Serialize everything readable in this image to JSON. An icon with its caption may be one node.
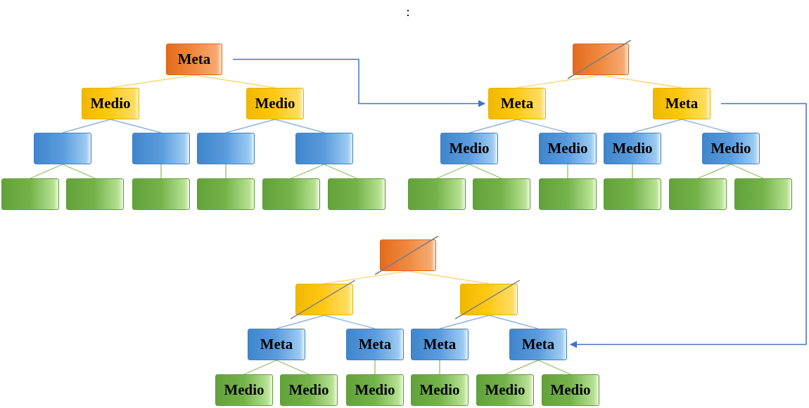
{
  "diagram": {
    "title": ":",
    "nodes": [
      {
        "text": [
          "Meta"
        ]
      },
      {
        "text": [
          "Medio"
        ]
      },
      {
        "text": [
          "Medio"
        ]
      },
      {
        "text": [],
        "shape": "box"
      },
      {
        "text": [],
        "shape": "box"
      },
      {
        "text": [],
        "shape": "box"
      },
      {
        "text": [],
        "shape": "box"
      },
      {
        "text": [],
        "shape": "box"
      },
      {
        "text": [],
        "shape": "box"
      },
      {
        "text": [],
        "shape": "box"
      },
      {
        "text": [],
        "shape": "box"
      },
      {
        "text": [],
        "shape": "box"
      },
      {
        "text": [],
        "shape": "box"
      },
      {
        "text": [],
        "shape": "box"
      },
      {
        "text": [
          "Meta"
        ]
      },
      {
        "text": [
          "Meta"
        ]
      },
      {
        "text": [
          "Medio"
        ]
      },
      {
        "text": [
          "Medio"
        ]
      },
      {
        "text": [
          "Medio"
        ]
      },
      {
        "text": [
          "Medio"
        ]
      },
      {
        "text": [],
        "shape": "box"
      },
      {
        "text": [],
        "shape": "box"
      },
      {
        "text": [],
        "shape": "box"
      },
      {
        "text": [],
        "shape": "box"
      },
      {
        "text": [],
        "shape": "box"
      },
      {
        "text": [],
        "shape": "box"
      },
      {
        "text": [],
        "shape": "box"
      },
      {
        "text": [],
        "shape": "box"
      },
      {
        "text": [],
        "shape": "box"
      },
      {
        "text": [
          "Meta"
        ]
      },
      {
        "text": [
          "Meta"
        ]
      },
      {
        "text": [
          "Meta"
        ]
      },
      {
        "text": [
          "Meta"
        ]
      },
      {
        "text": [
          "Medio"
        ]
      },
      {
        "text": [
          "Medio"
        ]
      },
      {
        "text": [
          "Medio"
        ]
      },
      {
        "text": [
          "Medio"
        ]
      },
      {
        "text": [
          "Medio"
        ]
      },
      {
        "text": [
          "Medio"
        ]
      }
    ],
    "edges": [
      {
        "from": 0,
        "to": 1,
        "arrow": "none",
        "color": "#fcd67a"
      },
      {
        "from": 0,
        "to": 2,
        "arrow": "none",
        "color": "#fcd67a"
      },
      {
        "from": 1,
        "to": 3,
        "arrow": "none",
        "color": "#8db4e2"
      },
      {
        "from": 1,
        "to": 4,
        "arrow": "none",
        "color": "#8db4e2"
      },
      {
        "from": 2,
        "to": 5,
        "arrow": "none",
        "color": "#8db4e2"
      },
      {
        "from": 2,
        "to": 6,
        "arrow": "none",
        "color": "#8db4e2"
      },
      {
        "from": 3,
        "to": 7,
        "arrow": "none"
      },
      {
        "from": 3,
        "to": 8,
        "arrow": "none"
      },
      {
        "from": 4,
        "to": 9,
        "arrow": "none"
      },
      {
        "from": 5,
        "to": 10,
        "arrow": "none"
      },
      {
        "from": 6,
        "to": 11,
        "arrow": "none"
      },
      {
        "from": 6,
        "to": 12,
        "arrow": "none"
      },
      {
        "from": 13,
        "to": 14,
        "arrow": "none",
        "color": "#fcd67a"
      },
      {
        "from": 13,
        "to": 15,
        "arrow": "none",
        "color": "#fcd67a"
      },
      {
        "from": 14,
        "to": 16,
        "arrow": "none",
        "color": "#8db4e2"
      },
      {
        "from": 14,
        "to": 17,
        "arrow": "none",
        "color": "#8db4e2"
      },
      {
        "from": 15,
        "to": 18,
        "arrow": "none",
        "color": "#8db4e2"
      },
      {
        "from": 15,
        "to": 19,
        "arrow": "none",
        "color": "#8db4e2"
      },
      {
        "from": 16,
        "to": 20,
        "arrow": "none"
      },
      {
        "from": 16,
        "to": 21,
        "arrow": "none"
      },
      {
        "from": 17,
        "to": 22,
        "arrow": "none"
      },
      {
        "from": 18,
        "to": 23,
        "arrow": "none"
      },
      {
        "from": 19,
        "to": 24,
        "arrow": "none"
      },
      {
        "from": 19,
        "to": 25,
        "arrow": "none"
      },
      {
        "from": 26,
        "to": 27,
        "arrow": "none",
        "color": "#fcd67a"
      },
      {
        "from": 26,
        "to": 28,
        "arrow": "none",
        "color": "#fcd67a"
      },
      {
        "from": 27,
        "to": 29,
        "arrow": "none",
        "color": "#8db4e2"
      },
      {
        "from": 27,
        "to": 30,
        "arrow": "none",
        "color": "#8db4e2"
      },
      {
        "from": 28,
        "to": 31,
        "arrow": "none",
        "color": "#8db4e2"
      },
      {
        "from": 28,
        "to": 32,
        "arrow": "none",
        "color": "#8db4e2"
      },
      {
        "from": 29,
        "to": 33,
        "arrow": "none"
      },
      {
        "from": 29,
        "to": 34,
        "arrow": "none"
      },
      {
        "from": 30,
        "to": 35,
        "arrow": "none"
      },
      {
        "from": 31,
        "to": 36,
        "arrow": "none"
      },
      {
        "from": 32,
        "to": 37,
        "arrow": "none"
      },
      {
        "from": 32,
        "to": 38,
        "arrow": "none"
      },
      {
        "from": 0,
        "to": 14,
        "arrow": "to",
        "color": "#4472c4"
      },
      {
        "from": 15,
        "to": 32,
        "arrow": "to",
        "color": "#4472c4"
      }
    ]
  }
}
